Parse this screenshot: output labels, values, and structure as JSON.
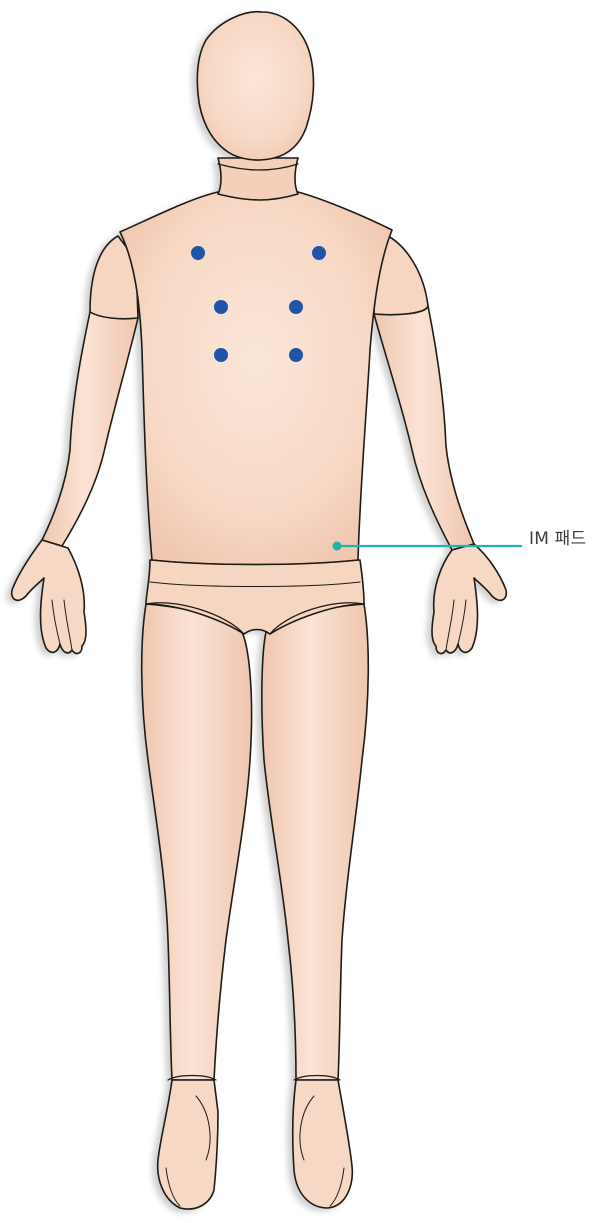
{
  "figure": {
    "subject": "manikin-back-view",
    "colors": {
      "skin_light": "#fbe4d6",
      "skin_mid": "#f6d5c1",
      "skin_shade": "#efc7b1",
      "outline": "#1f1a17",
      "shadow": "#cfcfcf",
      "marker": "#1f55a6",
      "callout": "#21b3ad",
      "label_text": "#3c3c3c"
    },
    "markers": [
      {
        "id": "upper-left"
      },
      {
        "id": "upper-right"
      },
      {
        "id": "middle-left"
      },
      {
        "id": "middle-right"
      },
      {
        "id": "lower-left"
      },
      {
        "id": "lower-right"
      }
    ]
  },
  "callouts": [
    {
      "id": "im-pad",
      "label": "IM 패드"
    }
  ]
}
